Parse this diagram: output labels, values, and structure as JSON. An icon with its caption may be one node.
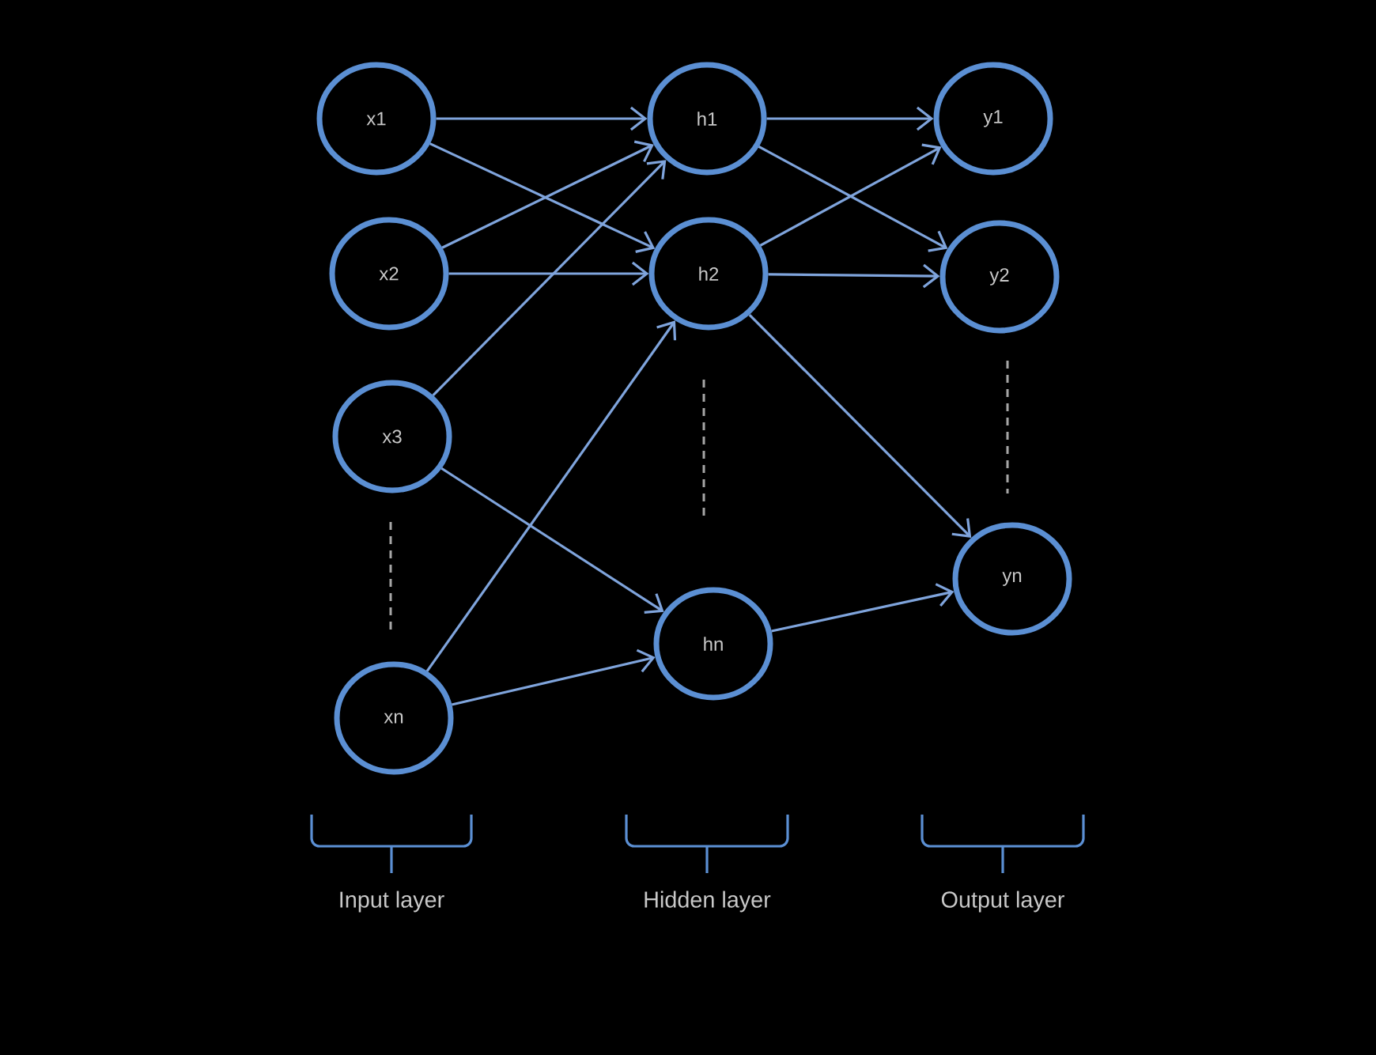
{
  "diagram": {
    "nodes": [
      {
        "text": [
          "x1"
        ]
      },
      {
        "text": [
          "x2"
        ]
      },
      {
        "text": [
          "x3"
        ]
      },
      {
        "text": [
          "xn"
        ]
      },
      {
        "text": [
          "h1"
        ]
      },
      {
        "text": [
          "h2"
        ]
      },
      {
        "text": [
          "hn"
        ]
      },
      {
        "text": [
          "y1"
        ]
      },
      {
        "text": [
          "y2"
        ]
      },
      {
        "text": [
          "yn"
        ]
      }
    ],
    "edges": [
      {
        "from": 0,
        "to": 4,
        "arrow": "to"
      },
      {
        "from": 0,
        "to": 5,
        "arrow": "to"
      },
      {
        "from": 1,
        "to": 4,
        "arrow": "to"
      },
      {
        "from": 1,
        "to": 5,
        "arrow": "to"
      },
      {
        "from": 2,
        "to": 4,
        "arrow": "to"
      },
      {
        "from": 2,
        "to": 6,
        "arrow": "to"
      },
      {
        "from": 3,
        "to": 5,
        "arrow": "to"
      },
      {
        "from": 3,
        "to": 6,
        "arrow": "to"
      },
      {
        "from": 4,
        "to": 7,
        "arrow": "to"
      },
      {
        "from": 4,
        "to": 8,
        "arrow": "to"
      },
      {
        "from": 5,
        "to": 7,
        "arrow": "to"
      },
      {
        "from": 5,
        "to": 8,
        "arrow": "to"
      },
      {
        "from": 5,
        "to": 9,
        "arrow": "to"
      },
      {
        "from": 6,
        "to": 9,
        "arrow": "to"
      }
    ],
    "labels": [
      "Input layer",
      "Hidden layer",
      "Output layer"
    ]
  }
}
